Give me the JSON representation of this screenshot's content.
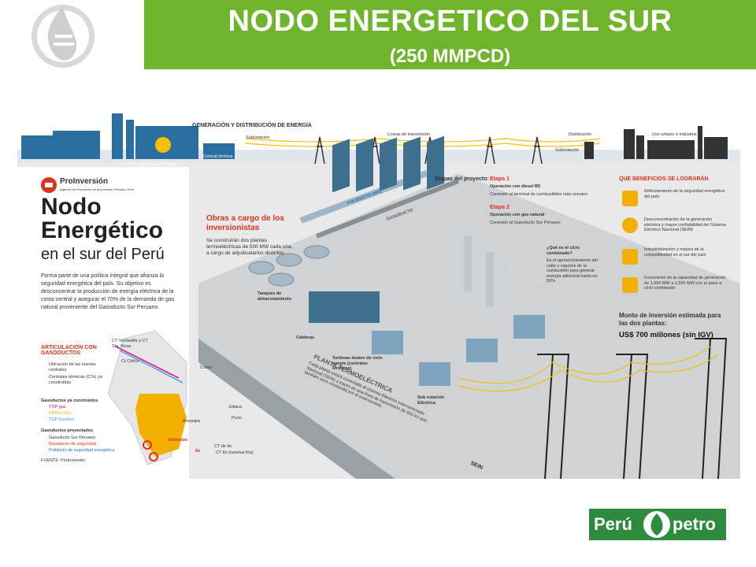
{
  "header": {
    "title": "NODO ENERGETICO DEL SUR",
    "subtitle": "(250 MMPCD)"
  },
  "infographic": {
    "top_title": "GENERACIÓN Y DISTRIBUCIÓN DE ENERGÍA",
    "top_labels": [
      "Subestación",
      "Líneas de transmisión",
      "Distribución",
      "Subestación",
      "Uso urbano e industrial"
    ],
    "plant_label": "PLANTA TERMOELÉCTRICA",
    "central_label": "Central térmica",
    "org_name": "ProInversión",
    "org_sub": "Agencia de Promoción de la Inversión Privada • Perú",
    "main_title_1": "Nodo",
    "main_title_2": "Energético",
    "main_title_3": "en el sur del Perú",
    "intro": "Forma parte de una política integral que afianza la seguridad energética del país. Su objetivo es desconcentrar la producción de energía eléctrica de la costa central y asegurar el 70% de la demanda de gas natural proveniente del Gasoducto Sur Peruano.",
    "obras_title": "Obras a cargo de los inversionistas",
    "obras_text": "Se construirán dos plantas termoeléctricas de 500 MW cada una, a cargo de adjudicatarios distintos.",
    "etapas_label": "Etapas del proyecto:",
    "etapa1_title": "Etapa 1",
    "etapa1_sub": "Operación con diesel B5",
    "etapa1_desc": "Conexión al terminal de combustibles más cercano",
    "etapa2_title": "Etapa 2",
    "etapa2_sub": "Operación con gas natural",
    "etapa2_desc": "Conexión al Gasoducto Sur Peruano",
    "ciclo_title": "¿Qué es el ciclo combinado?",
    "ciclo_text": "Es el aprovechamiento del calor y vapores de la combustión para generar energía adicional hasta en 50%",
    "beneficios_title": "QUÉ BENEFICIOS SE LOGRARÁN",
    "beneficios": [
      "Reforzamiento de la seguridad energética del país",
      "Desconcentración de la generación eléctrica y mayor confiabilidad del Sistema Eléctrico Nacional (SEIN)",
      "Industrialización y mejora de la competitividad en el sur del país",
      "Incremento de la capacidad de generación de 1,000 MW a 1,500 MW con el pase a ciclo combinado"
    ],
    "monto_label": "Monto de inversión estimada para las dos plantas:",
    "monto_value": "US$ 700 millones (sin IGV)",
    "labels": {
      "tanques": "Tanques de almacenamiento",
      "calderas": "Calderas",
      "turbinas": "Turbinas duales de ciclo simple (centrales térmicas)",
      "subestacion": "Sub estación Eléctrica",
      "poliducto": "POLIDUCTO DRS",
      "gasoducto": "GASODUCTO",
      "planta_termo": "PLANTA TERMOELÉCTRICA",
      "planta_text": "Cada planta estará conectada al sistema Eléctrico Interconectado Nacional (SEIN) a través de una línea de transmisión de 500 kV que también será construida por el inversionista.",
      "sein": "SEIN"
    },
    "map": {
      "articulacion_title": "ARTICULACIÓN CON GASODUCTOS",
      "legend_1": "Ubicación de las nuevas centrales",
      "legend_2": "Centrales térmicas (CTs) ya construidas",
      "gas_built_title": "Gasoductos ya construidos",
      "gas_built": [
        "TGP gas",
        "PERU LNG",
        "TGP líquidos"
      ],
      "gas_proj_title": "Gasoductos proyectados",
      "gas_proj": [
        "Gasoducto Sur Peruano",
        "Gasoducto de seguridad",
        "Poliducto de seguridad energética"
      ],
      "fuente": "FUENTE: ProInversión",
      "places": [
        "CT Ventanilla y CT Sta. Rosa",
        "Ct Chilca",
        "Cusco",
        "Juliaca",
        "Puno",
        "Arequipa",
        "Mollendo",
        "Ilo",
        "CT de Ilo",
        "CT Ilo (reserva fría)"
      ]
    }
  },
  "brand": {
    "left": "Perú",
    "right": "petro"
  },
  "colors": {
    "header_green": "#6fb52c",
    "brand_green": "#2e8b3d",
    "accent_red": "#e0301e",
    "map_yellow": "#f4b000"
  }
}
